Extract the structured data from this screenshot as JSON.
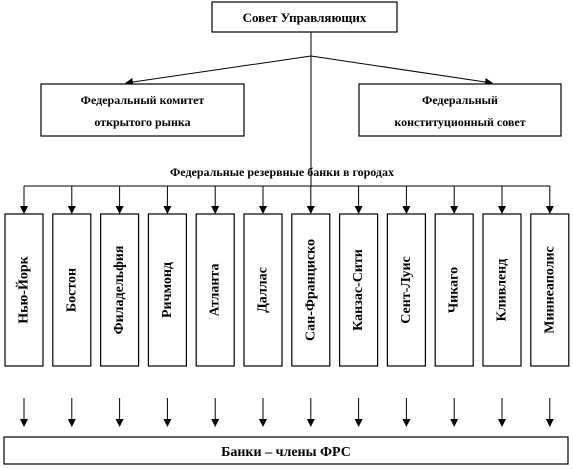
{
  "top": {
    "label": "Совет Управляющих"
  },
  "committees": [
    {
      "line1": "Федеральный комитет",
      "line2": "открытого рынка"
    },
    {
      "line1": "Федеральный",
      "line2": "конституционный совет"
    }
  ],
  "banks_caption": "Федеральные резервные банки в городах",
  "cities": [
    "Нью-Йорк",
    "Бостон",
    "Филадельфия",
    "Ричмонд",
    "Атланта",
    "Даллас",
    "Сан-Франциско",
    "Канзас-Сити",
    "Сент-Луис",
    "Чикаго",
    "Кливленд",
    "Миннеаполис"
  ],
  "bottom": {
    "label": "Банки – члены ФРС"
  }
}
